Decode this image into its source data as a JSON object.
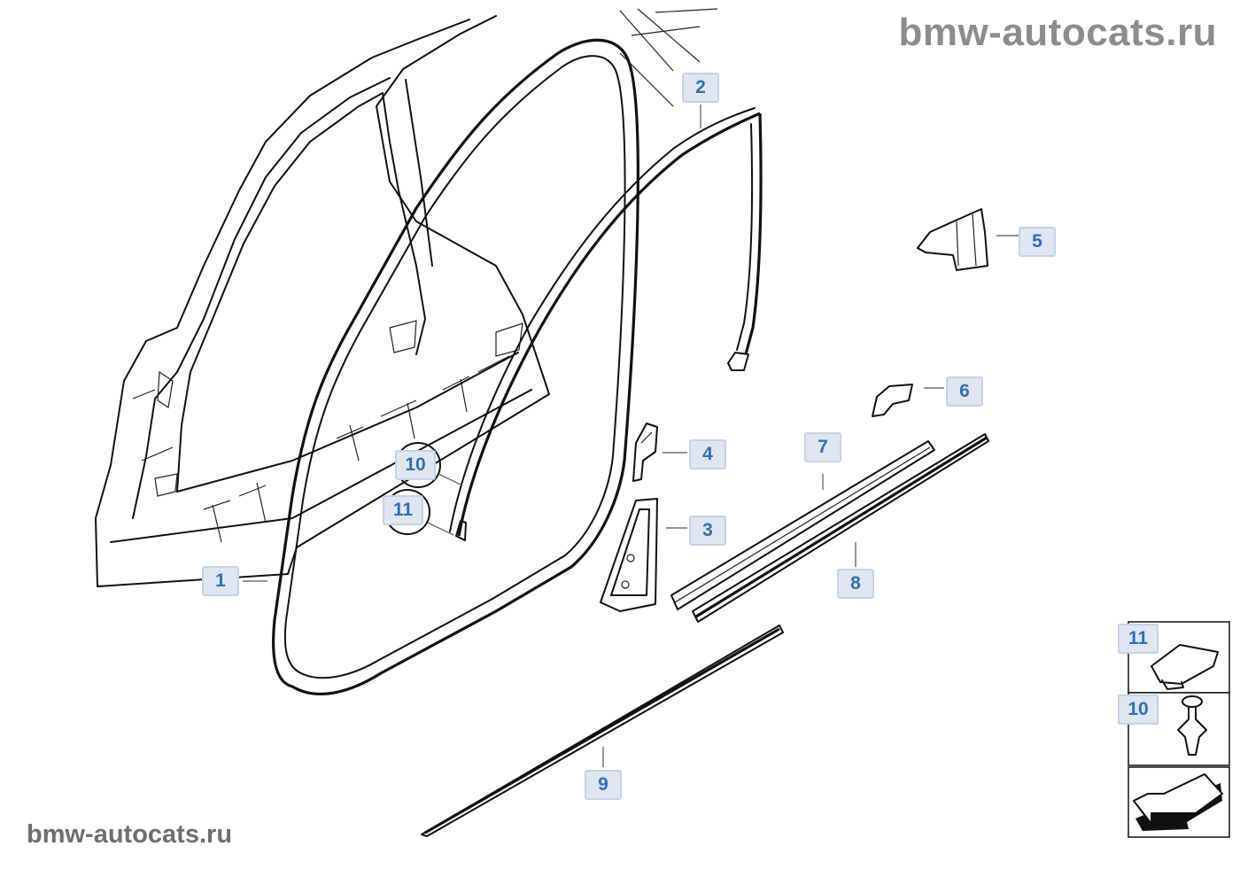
{
  "watermark": {
    "top": "bmw-autocats.ru",
    "bottom": "bmw-autocats.ru"
  },
  "callouts": [
    {
      "id": "1",
      "label": "1"
    },
    {
      "id": "2",
      "label": "2"
    },
    {
      "id": "3",
      "label": "3"
    },
    {
      "id": "4",
      "label": "4"
    },
    {
      "id": "5",
      "label": "5"
    },
    {
      "id": "6",
      "label": "6"
    },
    {
      "id": "7",
      "label": "7"
    },
    {
      "id": "8",
      "label": "8"
    },
    {
      "id": "9",
      "label": "9"
    },
    {
      "id": "10",
      "label": "10"
    },
    {
      "id": "11",
      "label": "11"
    }
  ],
  "legend": [
    {
      "label": "11"
    },
    {
      "label": "10"
    }
  ],
  "icons": [
    "body-side-frame-icon",
    "door-seal-icon",
    "door-frame-seal-icon",
    "clip-icon",
    "expanding-rivet-icon",
    "arrow-icon"
  ],
  "colors": {
    "callout_bg": "#dfe6f1",
    "callout_text": "#2f6db8",
    "watermark": "#8c8c8c"
  }
}
